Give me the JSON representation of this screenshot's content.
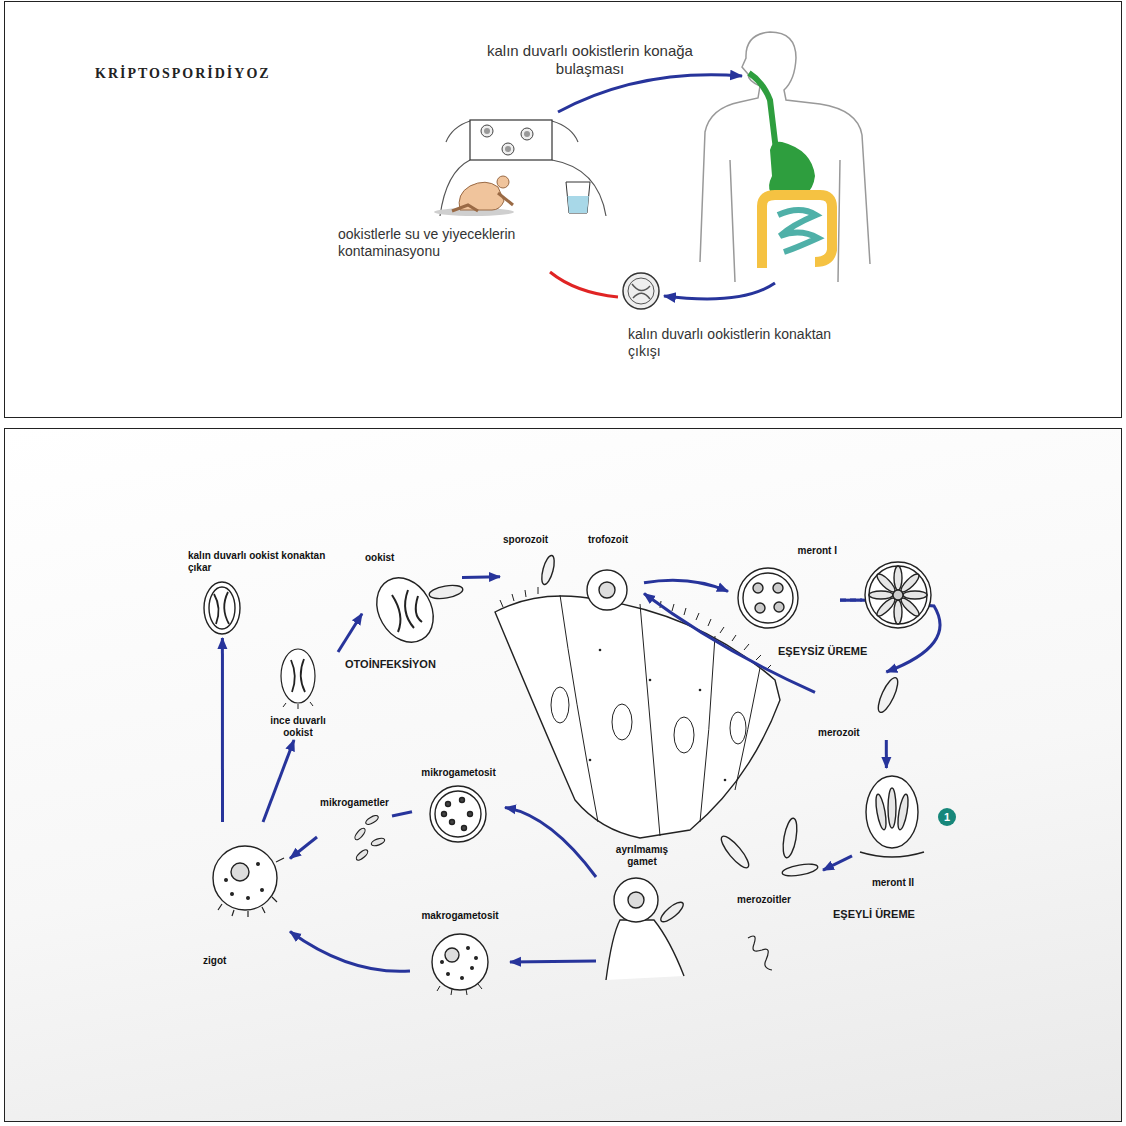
{
  "diagram": {
    "title": "KRİPTOSPORİDİYOZ",
    "nodes": [
      {
        "text": [
          "kalın duvarlı ookist konaktan çıkar"
        ]
      },
      {
        "text": [
          "ookist"
        ]
      },
      {
        "text": [
          "sporozoit"
        ]
      },
      {
        "text": [
          "trofozoit"
        ]
      },
      {
        "text": [
          "meront I"
        ]
      },
      {
        "text": [
          "merozoit"
        ]
      },
      {
        "text": [
          "meront II"
        ]
      },
      {
        "text": [
          "1"
        ]
      },
      {
        "text": [
          "merozoitler"
        ]
      },
      {
        "text": [
          "ayrılmamış gamet"
        ]
      },
      {
        "text": [
          "mikrogametosit"
        ]
      },
      {
        "text": [
          "mikrogametler"
        ]
      },
      {
        "text": [
          "makrogametosit"
        ]
      },
      {
        "text": [
          "zigot"
        ]
      },
      {
        "text": [
          "ince duvarlı ookist"
        ]
      }
    ],
    "edges": [
      {
        "from": 1,
        "to": 2,
        "arrow": "to"
      },
      {
        "from": 3,
        "to": 4,
        "arrow": "to"
      },
      {
        "from": 4,
        "to": 5,
        "arrow": "to"
      },
      {
        "from": 5,
        "to": 3,
        "arrow": "to"
      },
      {
        "from": 5,
        "to": 6,
        "arrow": "to"
      },
      {
        "from": 6,
        "to": 8,
        "arrow": "to"
      },
      {
        "from": 9,
        "to": 10,
        "arrow": "to"
      },
      {
        "from": 9,
        "to": 12,
        "arrow": "to"
      },
      {
        "from": 10,
        "to": 11,
        "arrow": "none"
      },
      {
        "from": 11,
        "to": 13,
        "arrow": "to"
      },
      {
        "from": 12,
        "to": 13,
        "arrow": "to"
      },
      {
        "from": 13,
        "to": 0,
        "arrow": "to"
      },
      {
        "from": 13,
        "to": 14,
        "arrow": "to"
      },
      {
        "from": 14,
        "to": 1,
        "arrow": "to"
      }
    ],
    "labels": [
      "kalın duvarlı ookistlerin konağa bulaşması",
      "ookistlerle su ve yiyeceklerin kontaminasyonu",
      "kalın duvarlı ookistlerin konaktan çıkışı",
      "OTOİNFEKSİYON",
      "EŞEYSİZ ÜREME",
      "EŞEYLİ ÜREME"
    ]
  }
}
